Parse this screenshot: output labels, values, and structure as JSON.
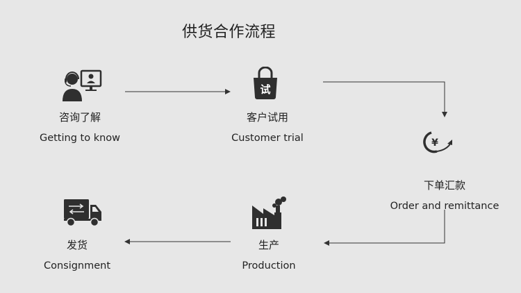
{
  "title": "供货合作流程",
  "steps": [
    {
      "zh": "咨询了解",
      "en": "Getting to know",
      "icon": "consulting-person-monitor-icon"
    },
    {
      "zh": "客户试用",
      "en": "Customer trial",
      "icon": "shopping-bag-trial-icon",
      "icon_text": "试"
    },
    {
      "zh": "下单汇款",
      "en": "Order and remittance",
      "icon": "yen-refresh-icon",
      "icon_text": "¥"
    },
    {
      "zh": "生产",
      "en": "Production",
      "icon": "factory-icon"
    },
    {
      "zh": "发货",
      "en": "Consignment",
      "icon": "delivery-truck-icon"
    }
  ],
  "colors": {
    "background": "#e7e7e7",
    "icon": "#2f2f2f",
    "text": "#222222",
    "arrow": "#333333"
  }
}
